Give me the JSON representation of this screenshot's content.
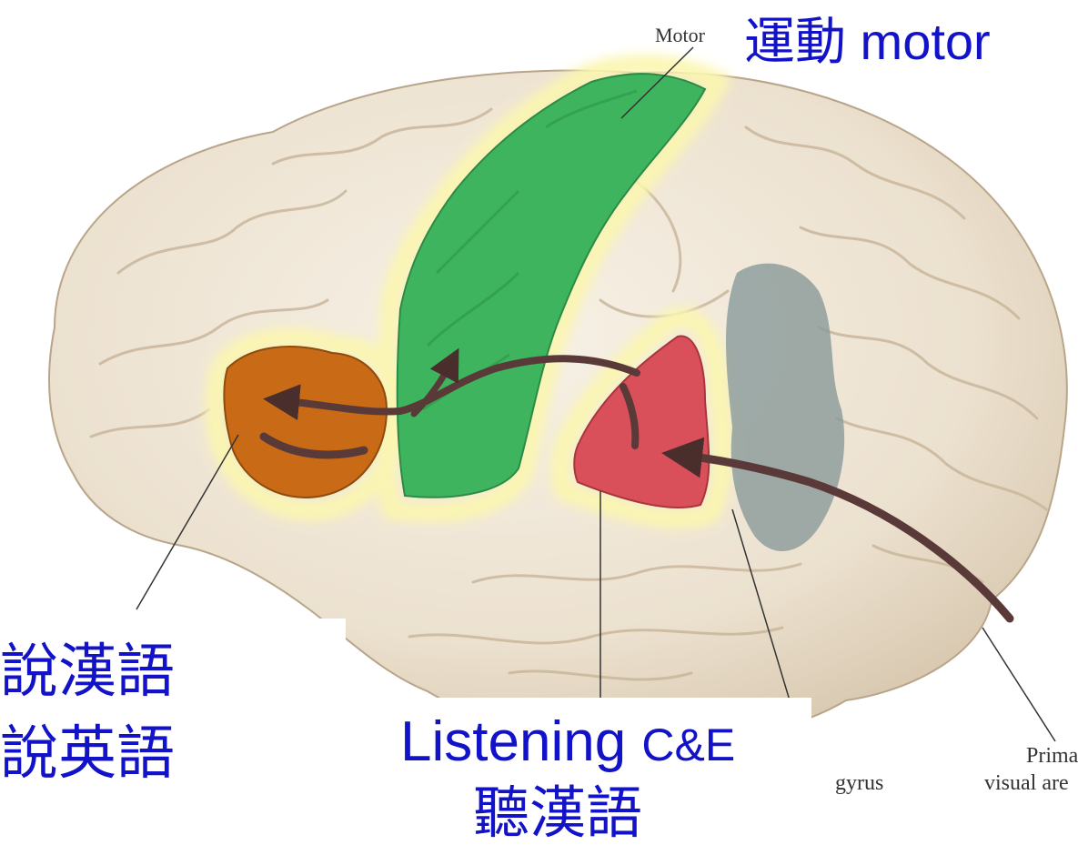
{
  "labels": {
    "motor_en": "Motor",
    "motor_zh": "運動 motor",
    "speak_chinese": "說漢語",
    "speak_english": "說英語",
    "listening_prefix": "Listening",
    "listening_suffix": "C&E",
    "listen_chinese": "聽漢語",
    "gyrus_fragment": "gyrus",
    "visual_line1": "Prima",
    "visual_line2": "visual are"
  },
  "colors": {
    "label_blue": "#1212c8",
    "brain_base": "#efe6d6",
    "motor_green": "#3fb45e",
    "broca_orange": "#c96a16",
    "wernicke_red": "#d9505a",
    "angular_gray": "#8a9a9a",
    "pathway": "#5a3a38",
    "highlight_glow": "#fbf6b0"
  },
  "regions": [
    "motor-cortex",
    "broca-area",
    "wernicke-area",
    "angular-gyrus",
    "primary-visual-area"
  ]
}
